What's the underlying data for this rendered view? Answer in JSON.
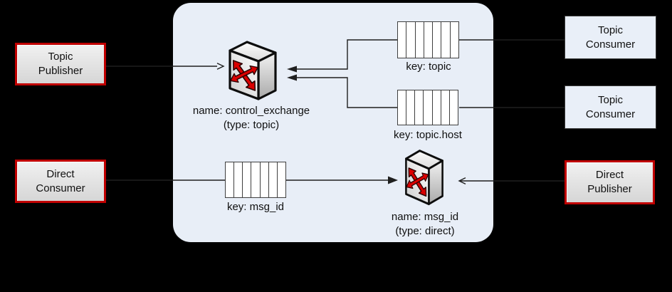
{
  "boxes": {
    "topic_publisher": {
      "line1": "Topic",
      "line2": "Publisher"
    },
    "direct_consumer": {
      "line1": "Direct",
      "line2": "Consumer"
    },
    "topic_consumer_1": {
      "line1": "Topic",
      "line2": "Consumer"
    },
    "topic_consumer_2": {
      "line1": "Topic",
      "line2": "Consumer"
    },
    "direct_publisher": {
      "line1": "Direct",
      "line2": "Publisher"
    }
  },
  "exchanges": {
    "control": {
      "name": "name: control_exchange",
      "type": "(type: topic)"
    },
    "direct": {
      "name": "name: msg_id",
      "type": "(type: direct)"
    }
  },
  "queues": {
    "topic": {
      "label": "key: topic"
    },
    "topic_host": {
      "label": "key: topic.host"
    },
    "msg_id": {
      "label": "key: msg_id"
    }
  },
  "colors": {
    "background": "#000000",
    "panel": "#e8eef7",
    "consumer_fill": "#e9eff8",
    "red_border": "#c00000",
    "line": "#1f1f1f",
    "arrow_red": "#da0000"
  }
}
